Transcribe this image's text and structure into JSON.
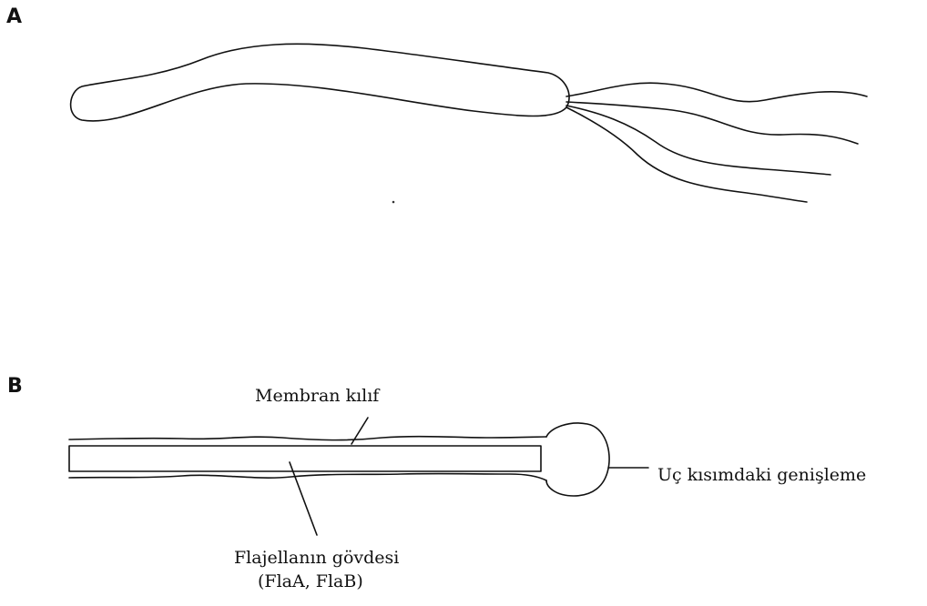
{
  "panels": {
    "a": {
      "label": "A"
    },
    "b": {
      "label": "B",
      "membrane_sheath": "Membran kılıf",
      "terminal_bulb": "Uç kısımdaki genişleme",
      "flagellum_body": "Flajellanın gövdesi",
      "flagellum_body_proteins": "(FlaA, FlaB)"
    }
  }
}
